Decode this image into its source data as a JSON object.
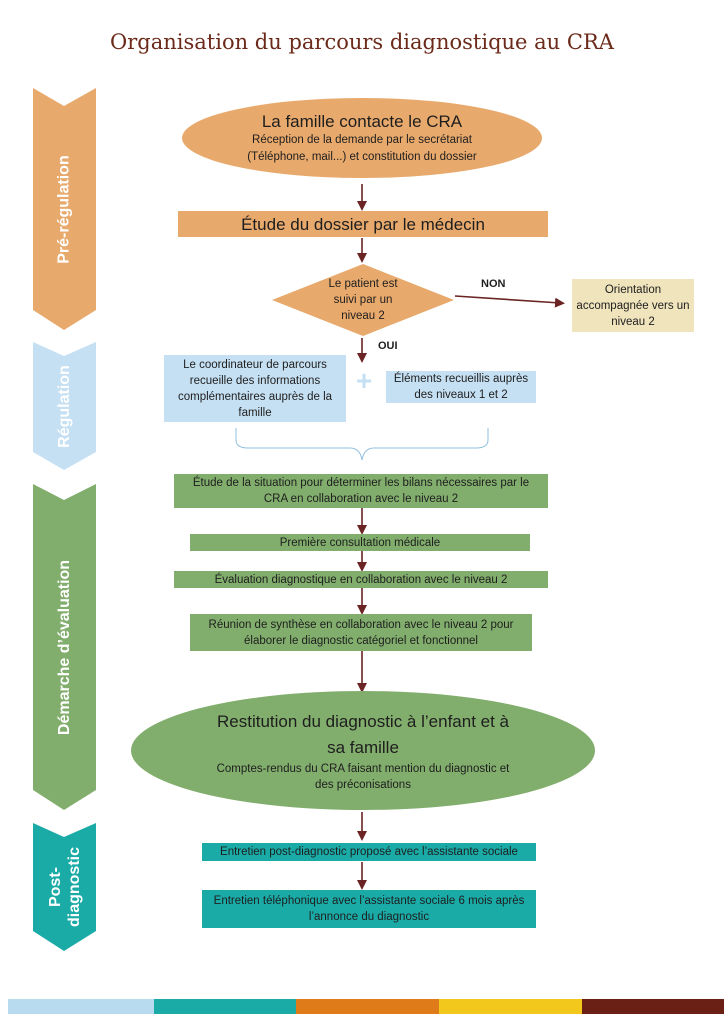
{
  "title": "Organisation du parcours diagnostique au CRA",
  "phases": {
    "pre_regulation": "Pré-régulation",
    "regulation": "Régulation",
    "evaluation": "Démarche d’évaluation",
    "post_diagnostic_1": "Post-",
    "post_diagnostic_2": "diagnostic"
  },
  "steps": {
    "contact_title": "La famille contacte le CRA",
    "contact_sub1": "Réception de la demande par le secrétariat",
    "contact_sub2": "(Téléphone, mail...) et constitution du dossier",
    "etude_dossier": "Étude du dossier par le médecin",
    "decision_1": "Le patient est",
    "decision_2": "suivi par un",
    "decision_3": "niveau 2",
    "non_label": "NON",
    "oui_label": "OUI",
    "orientation_1": "Orientation",
    "orientation_2": "accompagnée vers un",
    "orientation_3": "niveau 2",
    "coord_1": "Le coordinateur de parcours",
    "coord_2": "recueille des informations",
    "coord_3": "complémentaires auprès de la",
    "coord_4": "famille",
    "elements_1": "Éléments recueillis auprès",
    "elements_2": "des niveaux 1 et 2",
    "plus_sign": "+",
    "etude_situation_1": "Étude de la situation pour déterminer les bilans nécessaires par le",
    "etude_situation_2": "CRA en collaboration avec le niveau 2",
    "premiere_consultation": "Première consultation médicale",
    "evaluation_diag": "Évaluation diagnostique en collaboration avec le niveau 2",
    "reunion_1": "Réunion de synthèse en collaboration avec le niveau 2 pour",
    "reunion_2": "élaborer le diagnostic catégoriel et fonctionnel",
    "restitution_1": "Restitution du diagnostic à l’enfant et à",
    "restitution_2": "sa famille",
    "comptes_1": "Comptes-rendus du CRA faisant mention du diagnostic et",
    "comptes_2": "des préconisations",
    "entretien_post": "Entretien post-diagnostic proposé avec l’assistante sociale",
    "entretien_tel_1": "Entretien téléphonique avec l’assistante sociale 6 mois après",
    "entretien_tel_2": "l’annonce du diagnostic"
  },
  "colors": {
    "orange": "#e8a96c",
    "light_blue": "#c6e0f3",
    "green": "#82ae6d",
    "teal": "#1aaba7",
    "beige": "#f0e4bd",
    "arrow": "#6b2323",
    "footer": [
      "#b9dbef",
      "#1aaba7",
      "#e07b1a",
      "#f2c81c",
      "#6b2016"
    ]
  }
}
